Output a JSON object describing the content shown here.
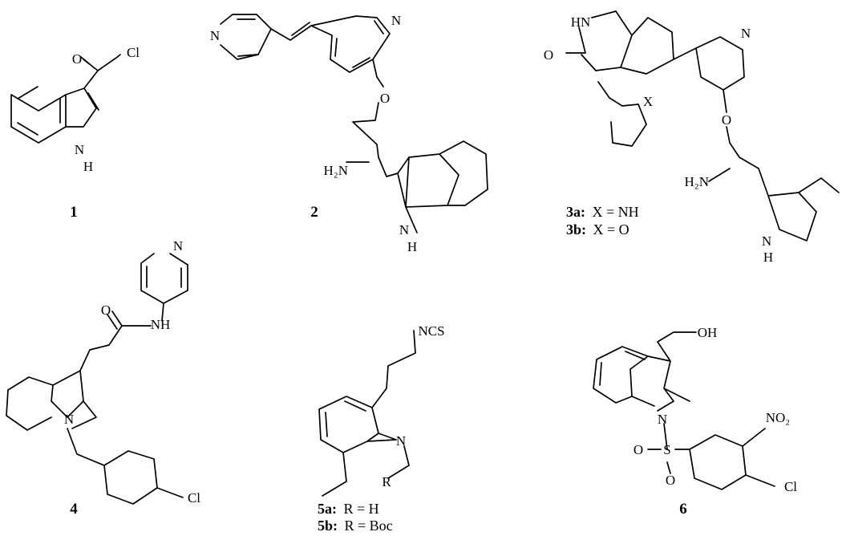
{
  "compounds": [
    {
      "id": "1",
      "atoms": {
        "O": "O",
        "Cl": "Cl",
        "NH": "N",
        "H": "H"
      }
    },
    {
      "id": "2",
      "atoms": {
        "pyN1": "N",
        "pyN2": "N",
        "O": "O",
        "H2N": "H₂N",
        "NH": "N",
        "H": "H"
      }
    },
    {
      "id": "3",
      "atoms": {
        "HN": "HN",
        "O_carbonyl": "O",
        "X": "X",
        "pyN": "N",
        "O_ether": "O",
        "H2N": "H₂N",
        "NH": "N",
        "H": "H"
      },
      "variants": [
        {
          "label": "3a:",
          "text": "X = NH"
        },
        {
          "label": "3b:",
          "text": "X = O"
        }
      ]
    },
    {
      "id": "4",
      "atoms": {
        "pyN": "N",
        "O": "O",
        "NH": "NH",
        "N": "N",
        "Cl": "Cl"
      }
    },
    {
      "id": "5",
      "atoms": {
        "NCS": "NCS",
        "N": "N",
        "R": "R"
      },
      "variants": [
        {
          "label": "5a:",
          "text": "R = H"
        },
        {
          "label": "5b:",
          "text": "R = Boc"
        }
      ]
    },
    {
      "id": "6",
      "atoms": {
        "OH": "OH",
        "N": "N",
        "NO2": "NO₂",
        "S": "S",
        "O1": "O",
        "O2": "O",
        "Cl": "Cl"
      }
    }
  ],
  "colors": {
    "ink": "#000000",
    "background": "#ffffff"
  }
}
